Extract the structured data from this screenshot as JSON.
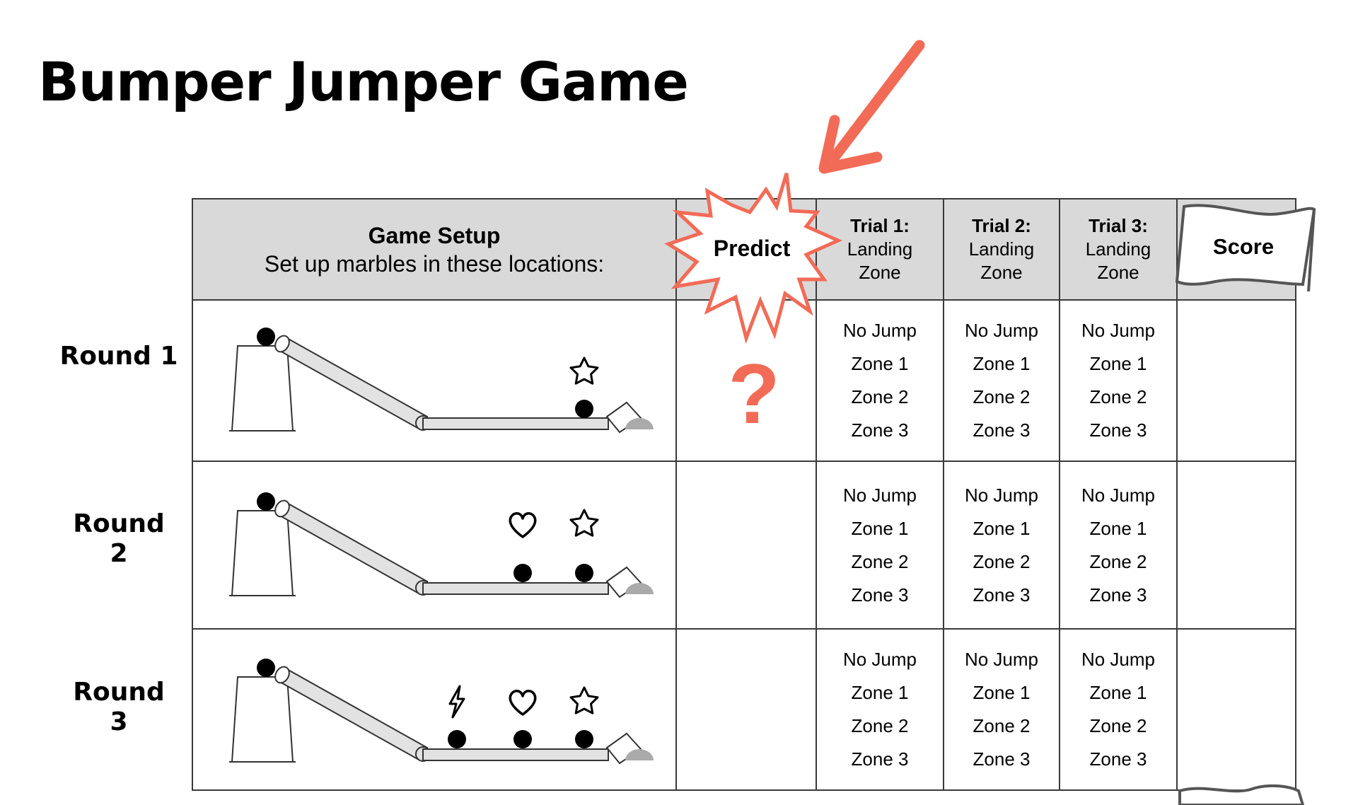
{
  "title": "Bumper Jumper Game",
  "rounds": [
    "Round 1",
    "Round 2",
    "Round 3"
  ],
  "round_labels": {
    "r1": [
      "Round 1"
    ],
    "r2": [
      "Round",
      "2"
    ],
    "r3": [
      "Round",
      "3"
    ]
  },
  "header": {
    "setup_title": "Game Setup",
    "setup_subtitle": "Set up marbles in these locations:",
    "predict": "Predict",
    "trial1_title": "Trial 1:",
    "trial1_sub1": "Landing",
    "trial1_sub2": "Zone",
    "trial2_title": "Trial 2:",
    "trial2_sub1": "Landing",
    "trial2_sub2": "Zone",
    "trial3_title": "Trial 3:",
    "trial3_sub1": "Landing",
    "trial3_sub2": "Zone",
    "score": "Score"
  },
  "zone_options": [
    "No Jump",
    "Zone 1",
    "Zone 2",
    "Zone 3"
  ],
  "question_mark": "?",
  "colors": {
    "accent": "#F26B57",
    "header_bg": "#d9d9d9",
    "border": "#3a3a3a",
    "ramp": "#e2e2e2"
  },
  "icons": [
    "star-icon",
    "heart-icon",
    "lightning-icon",
    "arrow-icon",
    "burst-icon",
    "flag-icon"
  ]
}
